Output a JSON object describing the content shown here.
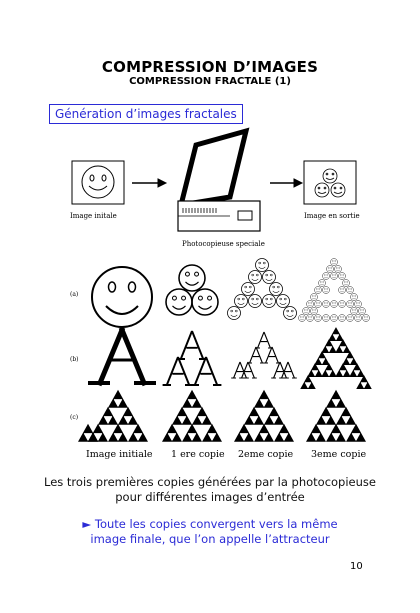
{
  "header": {
    "title": "COMPRESSION D’IMAGES",
    "subtitle": "COMPRESSION FRACTALE (1)"
  },
  "section": {
    "label": "Génération d’images fractales"
  },
  "diagram": {
    "input_label": "Image initale",
    "copier_label": "Photocopieuse speciale",
    "output_label": "Image en sortie"
  },
  "grid": {
    "rows": [
      "(a)",
      "(b)",
      "(c)"
    ],
    "columns": [
      "Image initiale",
      "1 ere copie",
      "2eme copie",
      "3eme copie"
    ]
  },
  "caption": {
    "line1": "Les trois premières copies générées par la photocopieuse",
    "line2": "pour différentes images d’entrée"
  },
  "note": {
    "bullet": "►",
    "line1": "Toute les copies convergent vers la même",
    "line2": "image finale, que l’on appelle l’attracteur"
  },
  "page": {
    "number": "10"
  }
}
